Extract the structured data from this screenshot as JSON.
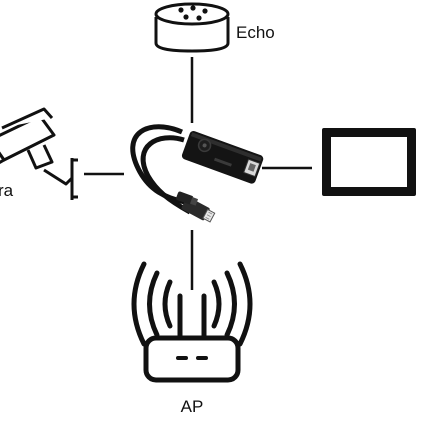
{
  "labels": {
    "top": "Echo",
    "left": "ra",
    "bottom": "AP"
  },
  "icons": {
    "top": "smart-speaker-icon",
    "left": "security-camera-icon",
    "right": "tablet-display-icon",
    "bottom": "wifi-router-icon",
    "center": "poe-splitter-icon"
  },
  "colors": {
    "line": "#111111",
    "device_body": "#141414",
    "background": "#ffffff"
  }
}
